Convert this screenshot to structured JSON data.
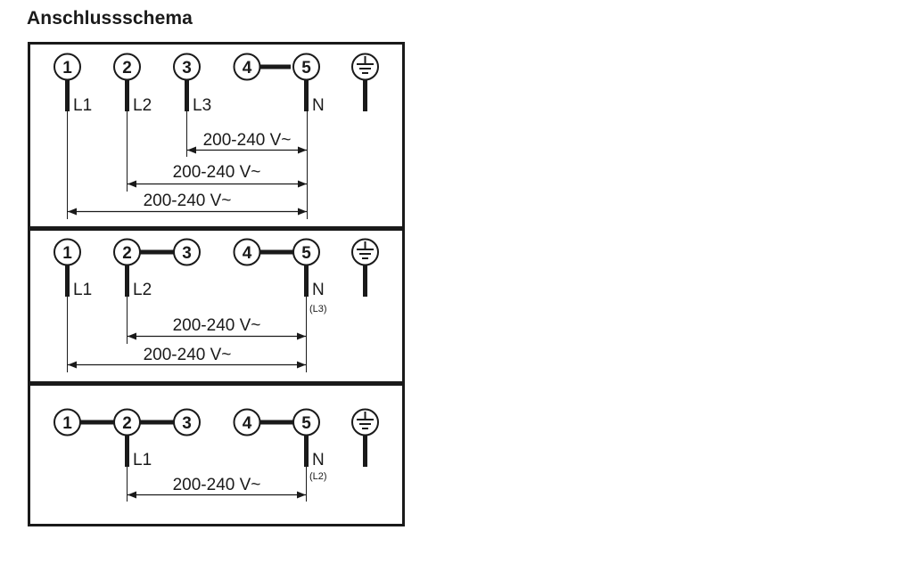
{
  "title": "Anschlussschema",
  "panels": [
    {
      "terminals": [
        "1",
        "2",
        "3",
        "4",
        "5"
      ],
      "wires": [
        "L1",
        "L2",
        "L3",
        "N"
      ],
      "voltages": [
        "200-240 V~",
        "200-240 V~",
        "200-240 V~"
      ]
    },
    {
      "terminals": [
        "1",
        "2",
        "3",
        "4",
        "5"
      ],
      "wires": [
        "L1",
        "L2",
        "N"
      ],
      "n_sublabel": "(L3)",
      "voltages": [
        "200-240 V~",
        "200-240 V~"
      ]
    },
    {
      "terminals": [
        "1",
        "2",
        "3",
        "4",
        "5"
      ],
      "wires": [
        "L1",
        "N"
      ],
      "n_sublabel": "(L2)",
      "voltages": [
        "200-240 V~"
      ]
    }
  ],
  "icons": {
    "ground": "ground-icon"
  }
}
